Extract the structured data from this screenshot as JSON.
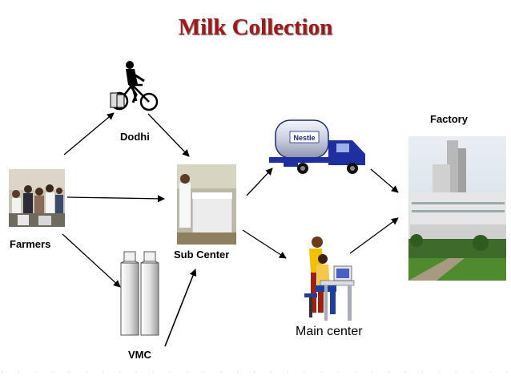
{
  "title": "Milk Collection",
  "nodes": {
    "farmers": "Farmers",
    "dodhi": "Dodhi",
    "sub_center": "Sub Center",
    "vmc": "VMC",
    "main_center": "Main center",
    "factory": "Factory"
  },
  "truck_logo": "Nestle"
}
